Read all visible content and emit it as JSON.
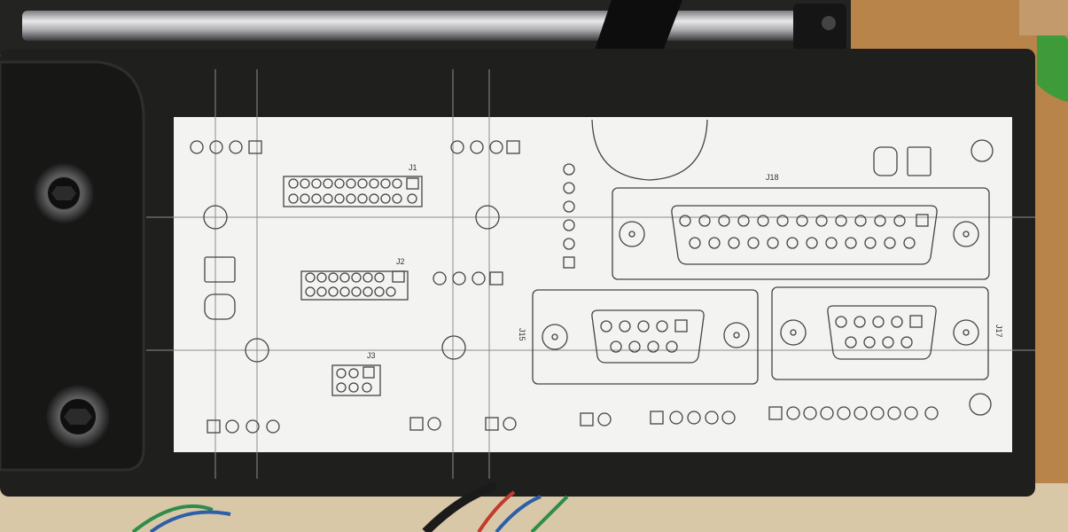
{
  "photo": {
    "subject": "",
    "colors": {
      "bench": "#b8844a",
      "panel": "#1f1f1d",
      "paper": "#f3f3f1",
      "rod": "#c9c9cb",
      "guide": "#8c8c8c",
      "outline": "#444444"
    }
  },
  "labels": {
    "j1": "J1",
    "j2": "J2",
    "j3": "J3",
    "j15": "J15",
    "j17": "J17",
    "j18": "J18"
  }
}
